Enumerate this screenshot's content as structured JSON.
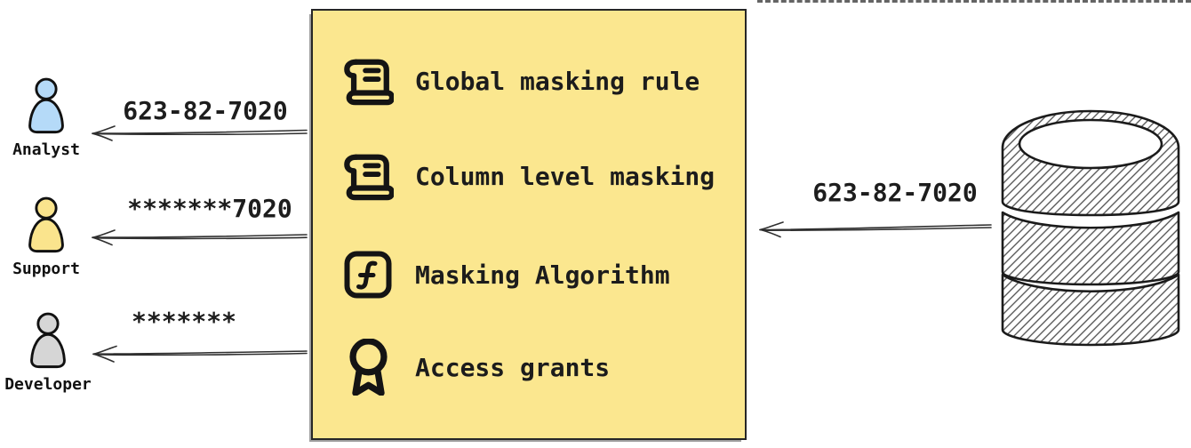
{
  "masking_box": {
    "fill": "#FBE78F",
    "items": [
      {
        "icon": "scroll",
        "label": "Global masking rule"
      },
      {
        "icon": "scroll",
        "label": "Column level masking"
      },
      {
        "icon": "function",
        "label": "Masking Algorithm"
      },
      {
        "icon": "award",
        "label": "Access grants"
      }
    ]
  },
  "personas": [
    {
      "name": "Analyst",
      "received_value": "623-82-7020",
      "color": "#B5DAF8"
    },
    {
      "name": "Support",
      "received_value": "*******7020",
      "color": "#FAE48D"
    },
    {
      "name": "Developer",
      "received_value": "*******",
      "color": "#D6D6D6"
    }
  ],
  "database": {
    "sent_value": "623-82-7020"
  }
}
